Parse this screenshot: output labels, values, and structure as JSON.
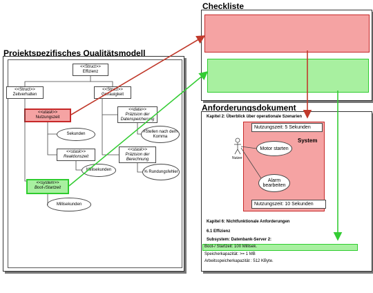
{
  "colors": {
    "red_fill": "#f5a3a3",
    "red_stroke": "#c62828",
    "green_fill": "#a8f0a0",
    "green_stroke": "#2ecc2e",
    "arrow_red": "#c0392b",
    "arrow_green": "#33cc33"
  },
  "checkliste": {
    "title": "Checkliste"
  },
  "model": {
    "title": "Projektspezifisches Qualitätsmodell",
    "effizienz": {
      "stereotype": "<<Struct>>",
      "name": "Effizienz"
    },
    "zeitverhalten": {
      "stereotype": "<<Struct>>",
      "name": "Zeitverhalten"
    },
    "genauigkeit": {
      "stereotype": "<<Struct>>",
      "name": "Genauigkeit"
    },
    "nutzungszeit": {
      "stereotype": "<<utask>>",
      "name": "Nutzungszeit"
    },
    "sekunden": "Sekunden",
    "reaktionszeit": {
      "stereotype": "<<stask>>",
      "name": "Reaktionszeit"
    },
    "millisekunden_1": "Millisekunden",
    "boot": {
      "stereotype": "<<system>>",
      "name": "Boot-/Startzeit"
    },
    "millisekunden_2": "Millisekunden",
    "praezision_daten": {
      "stereotype": "<<data>>",
      "name": "Präzision der Datenspeicherung"
    },
    "stellen": "#Stellen nach dem Komma",
    "praezision_berechnung": {
      "stereotype": "<<stask>>",
      "name": "Präzision der Berechnung"
    },
    "rundungsfehler": "% Rundungsfehler"
  },
  "anforderung": {
    "title": "Anforderungsdokument",
    "kapitel2": "Kapitel 2: Überblick über operationale Szenarien",
    "nutzung_label": "Nutzungszeit: 5 Sekunden",
    "system_label": "System",
    "actor": "Nutzer",
    "uc1": "Motor starten",
    "uc2": "Alarm bearbeiten",
    "nutzung_label2": "Nutzungszeit: 10 Sekunden",
    "kapitel6": "Kapitel 6: Nichtfunktionale Anforderungen",
    "sec61": "6.1 Effizienz",
    "subsystem": "Subsystem: Datenbank-Server 2:",
    "boot_req": "Boot-/ Startzeit: 100 Millisek.",
    "speicher": "Speicherkapazität:  >= 1 MB",
    "arbeitsspeicher": "Arbeitsspeicherkapazität : 512 KByte."
  }
}
